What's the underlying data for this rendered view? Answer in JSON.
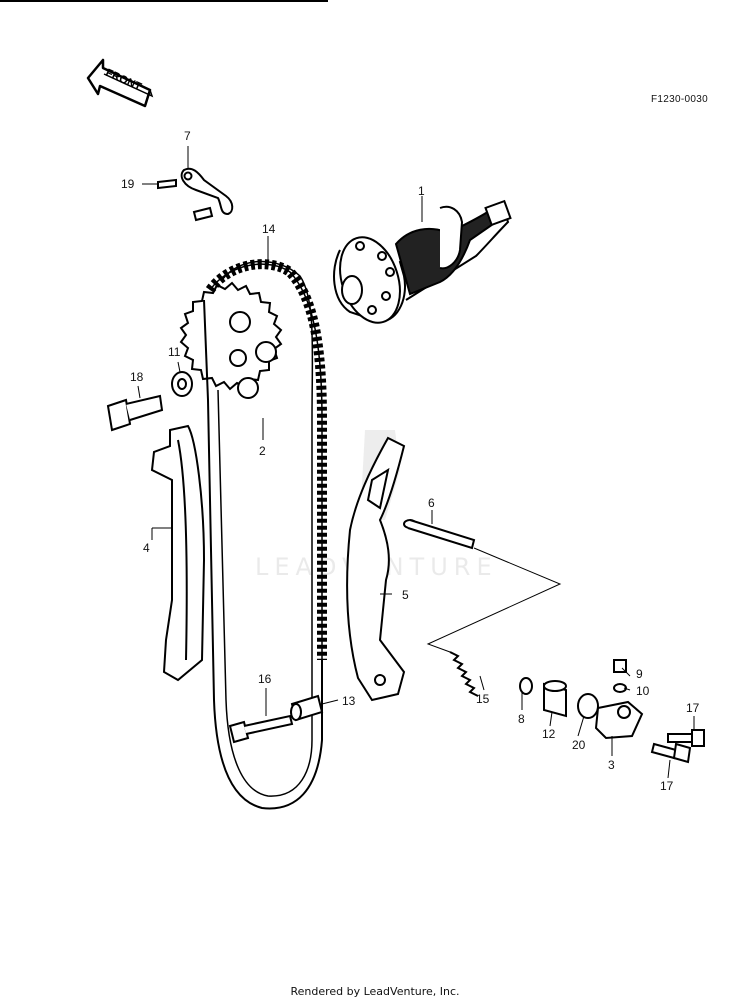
{
  "header": {
    "front_label": "FRONT",
    "figure_code": "F1230-0030"
  },
  "watermark": "LEADVENTURE",
  "callouts": {
    "c1": "1",
    "c2": "2",
    "c3": "3",
    "c4": "4",
    "c5": "5",
    "c6": "6",
    "c7": "7",
    "c8": "8",
    "c9": "9",
    "c10": "10",
    "c11": "11",
    "c12": "12",
    "c13": "13",
    "c14": "14",
    "c15": "15",
    "c16": "16",
    "c17a": "17",
    "c17b": "17",
    "c18": "18",
    "c19": "19",
    "c20": "20"
  },
  "footer": {
    "credit": "Rendered by LeadVenture, Inc."
  }
}
